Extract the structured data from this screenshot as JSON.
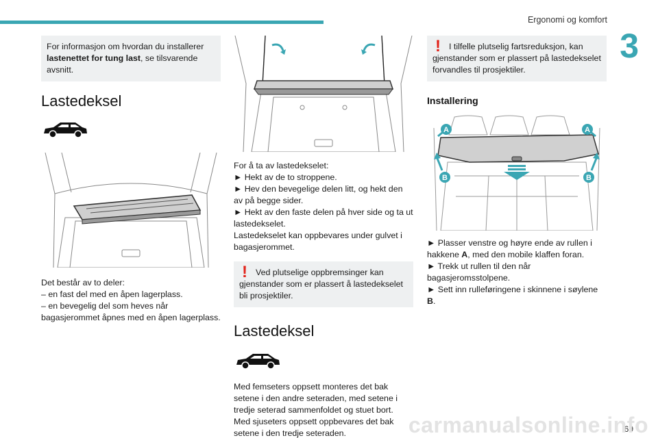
{
  "header": {
    "title": "Ergonomi og komfort",
    "chapter": "3",
    "page": "69"
  },
  "watermark": "carmanualsonline.info",
  "col1": {
    "info_pre": "For informasjon om hvordan du installerer ",
    "info_bold": "lastenettet for tung last",
    "info_post": ", se tilsvarende avsnitt.",
    "heading": "Lastedeksel",
    "body": [
      "Det består av to deler:",
      "–  en fast del med en åpen lagerplass.",
      "–  en bevegelig del som heves når bagasjerommet åpnes med en åpen lagerplass."
    ]
  },
  "col2": {
    "body": [
      "For å ta av lastedekselet:",
      "►  Hekt av de to stroppene.",
      "►  Hev den bevegelige delen litt, og hekt den av på begge sider.",
      "►  Hekt av den faste delen på hver side og ta ut lastedekselet.",
      "Lastedekselet kan oppbevares under gulvet i bagasjerommet."
    ],
    "warning": "Ved plutselige oppbremsinger kan gjenstander som er plassert å lastedekselet bli prosjektiler.",
    "heading": "Lastedeksel",
    "body2": [
      "Med femseters oppsett monteres det bak setene i den andre seteraden, med setene i tredje seterad sammenfoldet og stuet bort.",
      "Med sjuseters oppsett oppbevares det bak setene i den tredje seteraden."
    ]
  },
  "col3": {
    "warning": "I tilfelle plutselig fartsreduksjon, kan gjenstander som er plassert på lastedekselet forvandles til prosjektiler.",
    "heading": "Installering",
    "labels": {
      "a": "A",
      "b": "B"
    },
    "step1_pre": "►  Plasser venstre og høyre ende av rullen i hakkene ",
    "step1_bold": "A",
    "step1_post": ", med den mobile klaffen foran.",
    "step2": "►  Trekk ut rullen til den når bagasjeromsstolpene.",
    "step3_pre": "►  Sett inn rulleføringene i skinnene i søylene ",
    "step3_bold": "B",
    "step3_post": "."
  },
  "colors": {
    "accent": "#3aa6b3",
    "warning": "#e2231a",
    "infobox": "#eef0f1"
  }
}
